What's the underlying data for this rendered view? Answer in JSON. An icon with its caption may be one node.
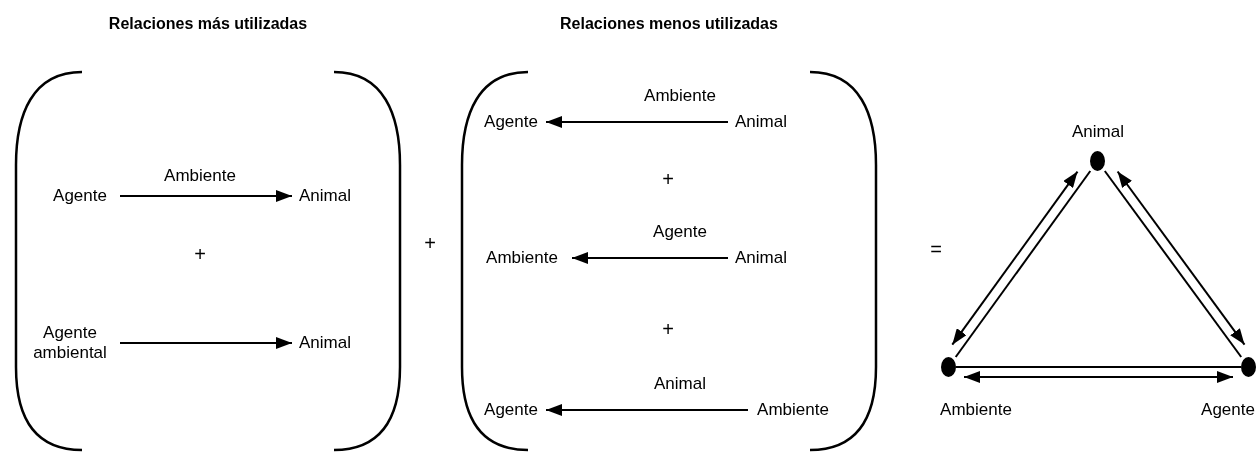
{
  "diagram": {
    "nodes": [
      {
        "text": [
          "Relaciones más utilizadas"
        ]
      },
      {
        "text": [
          "Agente"
        ],
        "in": 0
      },
      {
        "text": [
          "Animal"
        ],
        "in": 0
      },
      {
        "text": [
          "Agente ambiental"
        ],
        "in": 0
      },
      {
        "text": [
          "Animal"
        ],
        "in": 0
      },
      {
        "text": [
          "Relaciones menos utilizadas"
        ]
      },
      {
        "text": [
          "Agente"
        ],
        "in": 5
      },
      {
        "text": [
          "Animal"
        ],
        "in": 5
      },
      {
        "text": [
          "Ambiente"
        ],
        "in": 5
      },
      {
        "text": [
          "Animal"
        ],
        "in": 5
      },
      {
        "text": [
          "Agente"
        ],
        "in": 5
      },
      {
        "text": [
          "Ambiente"
        ],
        "in": 5
      },
      {
        "text": [],
        "shape": "circle",
        "beside": [
          "Animal"
        ]
      },
      {
        "text": [],
        "shape": "circle",
        "beside": [
          "Ambiente"
        ]
      },
      {
        "text": [],
        "shape": "circle",
        "beside": [
          "Agente"
        ]
      }
    ],
    "edges": [
      {
        "from": 1,
        "to": 2,
        "arrow": "to",
        "label": "Ambiente"
      },
      {
        "from": 3,
        "to": 4,
        "arrow": "to"
      },
      {
        "from": 7,
        "to": 6,
        "arrow": "to",
        "label": "Ambiente"
      },
      {
        "from": 9,
        "to": 8,
        "arrow": "to",
        "label": "Agente"
      },
      {
        "from": 11,
        "to": 10,
        "arrow": "to",
        "label": "Animal"
      },
      {
        "from": 12,
        "to": 13,
        "arrow": "none"
      },
      {
        "from": 13,
        "to": 12,
        "arrow": "both"
      },
      {
        "from": 12,
        "to": 14,
        "arrow": "none"
      },
      {
        "from": 12,
        "to": 14,
        "arrow": "both"
      },
      {
        "from": 13,
        "to": 14,
        "arrow": "none"
      },
      {
        "from": 13,
        "to": 14,
        "arrow": "both"
      }
    ],
    "labels": [
      "+",
      "+",
      "+",
      "+",
      "="
    ]
  }
}
